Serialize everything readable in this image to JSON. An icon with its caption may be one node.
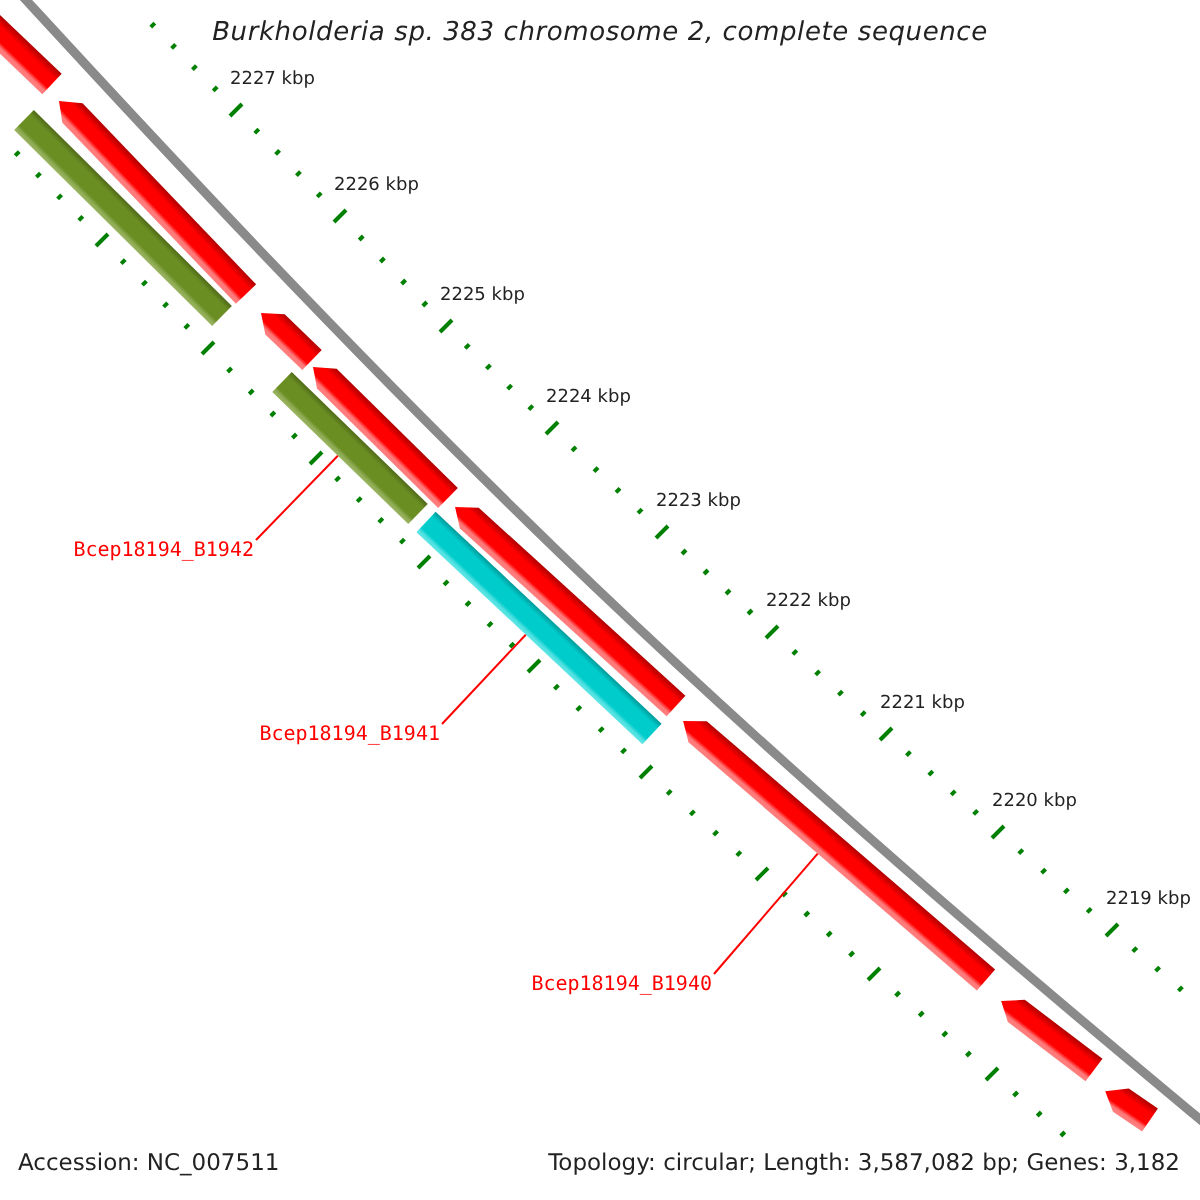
{
  "diagram": {
    "title": "Burkholderia sp. 383 chromosome 2, complete sequence",
    "nodes": [
      {
        "text": [],
        "shape": "bar"
      },
      {
        "text": [],
        "shape": "pentagon"
      },
      {
        "text": [],
        "shape": "bar"
      },
      {
        "text": [],
        "shape": "pentagon"
      },
      {
        "text": [],
        "shape": "pentagon"
      },
      {
        "text": [],
        "shape": "bar"
      },
      {
        "text": [
          "Bcep18194_B1942"
        ]
      },
      {
        "text": [],
        "shape": "bar"
      },
      {
        "text": [],
        "shape": "pentagon"
      },
      {
        "text": [
          "Bcep18194_B1941"
        ]
      },
      {
        "text": [],
        "shape": "pentagon"
      },
      {
        "text": [
          "Bcep18194_B1940"
        ]
      },
      {
        "text": [],
        "shape": "pentagon"
      },
      {
        "text": [],
        "shape": "pentagon"
      }
    ],
    "edges": [
      {
        "from": 6,
        "to": 5,
        "arrow": "none"
      },
      {
        "from": 9,
        "to": 7,
        "arrow": "none"
      },
      {
        "from": 11,
        "to": 10,
        "arrow": "none"
      }
    ],
    "labels": [
      "2227 kbp",
      "2226 kbp",
      "2225 kbp",
      "2224 kbp",
      "2223 kbp",
      "2222 kbp",
      "2221 kbp",
      "2220 kbp",
      "2219 kbp",
      "Accession: NC_007511",
      "Topology: circular; Length: 3,587,082 bp; Genes: 3,182"
    ]
  }
}
